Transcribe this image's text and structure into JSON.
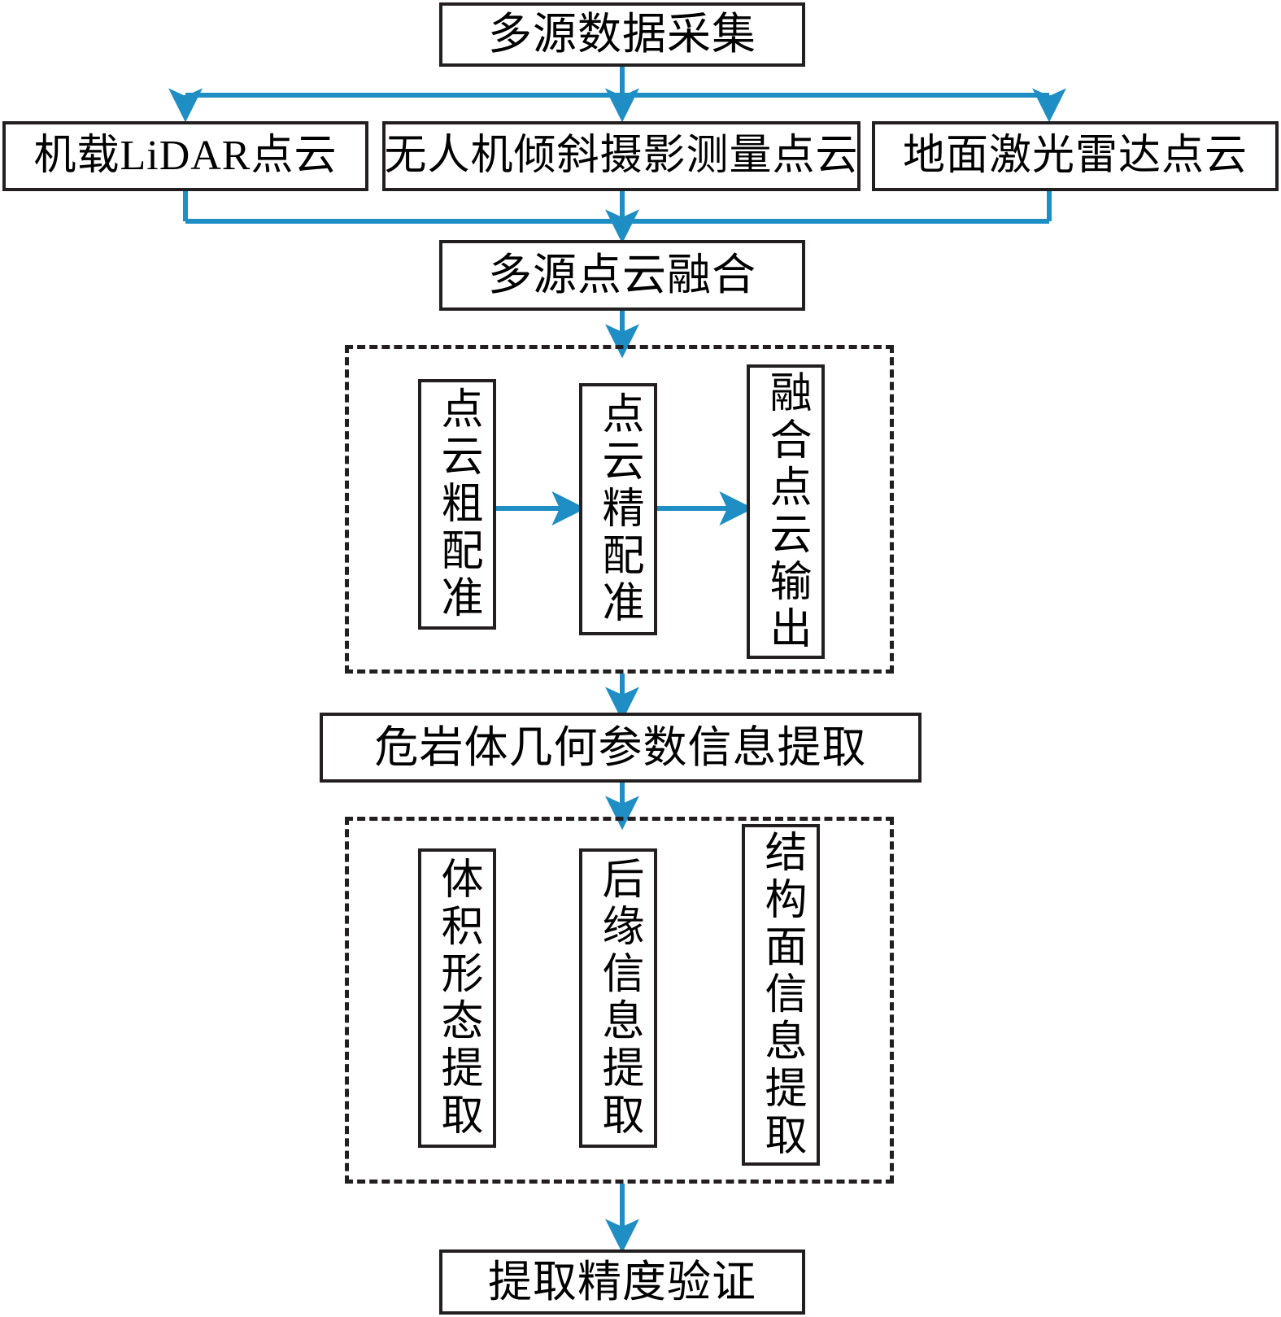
{
  "diagram": {
    "title_node": {
      "label": "多源数据采集"
    },
    "sources": [
      {
        "label": "机载LiDAR点云"
      },
      {
        "label": "无人机倾斜摄影测量点云"
      },
      {
        "label": "地面激光雷达点云"
      }
    ],
    "fusion_node": {
      "label": "多源点云融合"
    },
    "fusion_group": {
      "steps": [
        {
          "label": "点云粗配准"
        },
        {
          "label": "点云精配准"
        },
        {
          "label": "融合点云输出"
        }
      ]
    },
    "extraction_node": {
      "label": "危岩体几何参数信息提取"
    },
    "extraction_group": {
      "steps": [
        {
          "label": "体积形态提取"
        },
        {
          "label": "后缘信息提取"
        },
        {
          "label": "结构面信息提取"
        }
      ]
    },
    "validation_node": {
      "label": "提取精度验证"
    },
    "colors": {
      "connector": "#1f8ec4",
      "box_border": "#231f20",
      "text": "#000000",
      "background": "#ffffff"
    }
  }
}
